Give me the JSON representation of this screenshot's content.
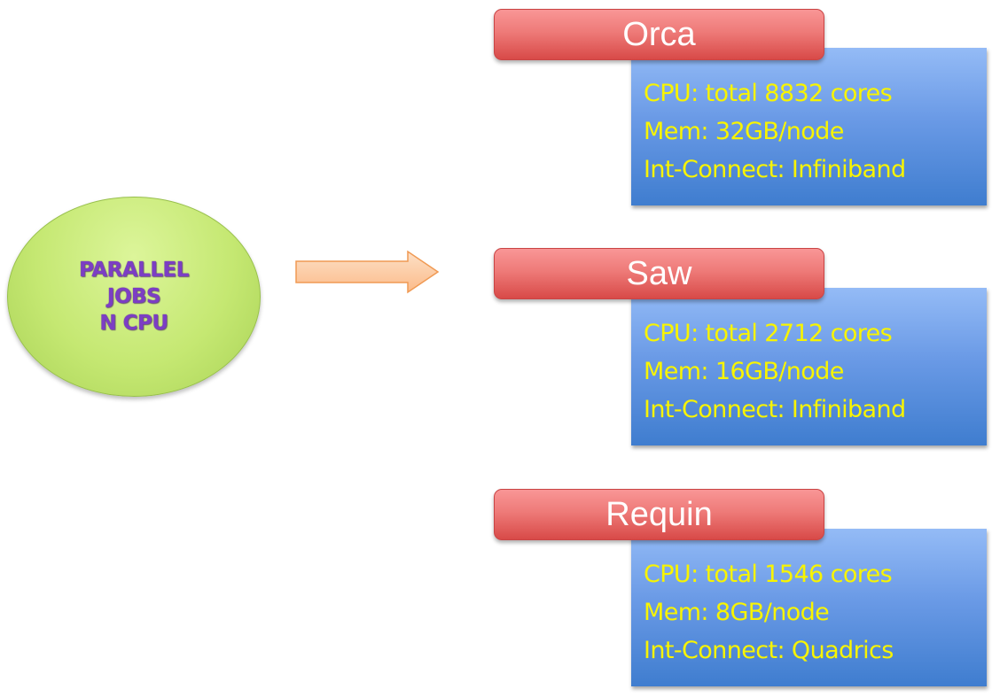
{
  "source": {
    "lines": [
      "PARALLEL",
      "JOBS",
      "N CPU"
    ],
    "shape": "circle",
    "fill_color": "#c5e872",
    "text_color": "#7c3ec4"
  },
  "connector": {
    "icon": "right-arrow-icon",
    "fill_color": "#fcc9a0",
    "stroke_color": "#f4a460"
  },
  "clusters": [
    {
      "name": "Orca",
      "specs": [
        "CPU: total 8832 cores",
        "Mem: 32GB/node",
        "Int-Connect: Infiniband"
      ]
    },
    {
      "name": "Saw",
      "specs": [
        "CPU: total 2712 cores",
        "Mem: 16GB/node",
        "Int-Connect: Infiniband"
      ]
    },
    {
      "name": "Requin",
      "specs": [
        "CPU: total 1546 cores",
        "Mem: 8GB/node",
        "Int-Connect: Quadrics"
      ]
    }
  ],
  "colors": {
    "label_fill": "#e86a68",
    "box_fill": "#6a9ae6",
    "spec_text": "#f8f400"
  }
}
